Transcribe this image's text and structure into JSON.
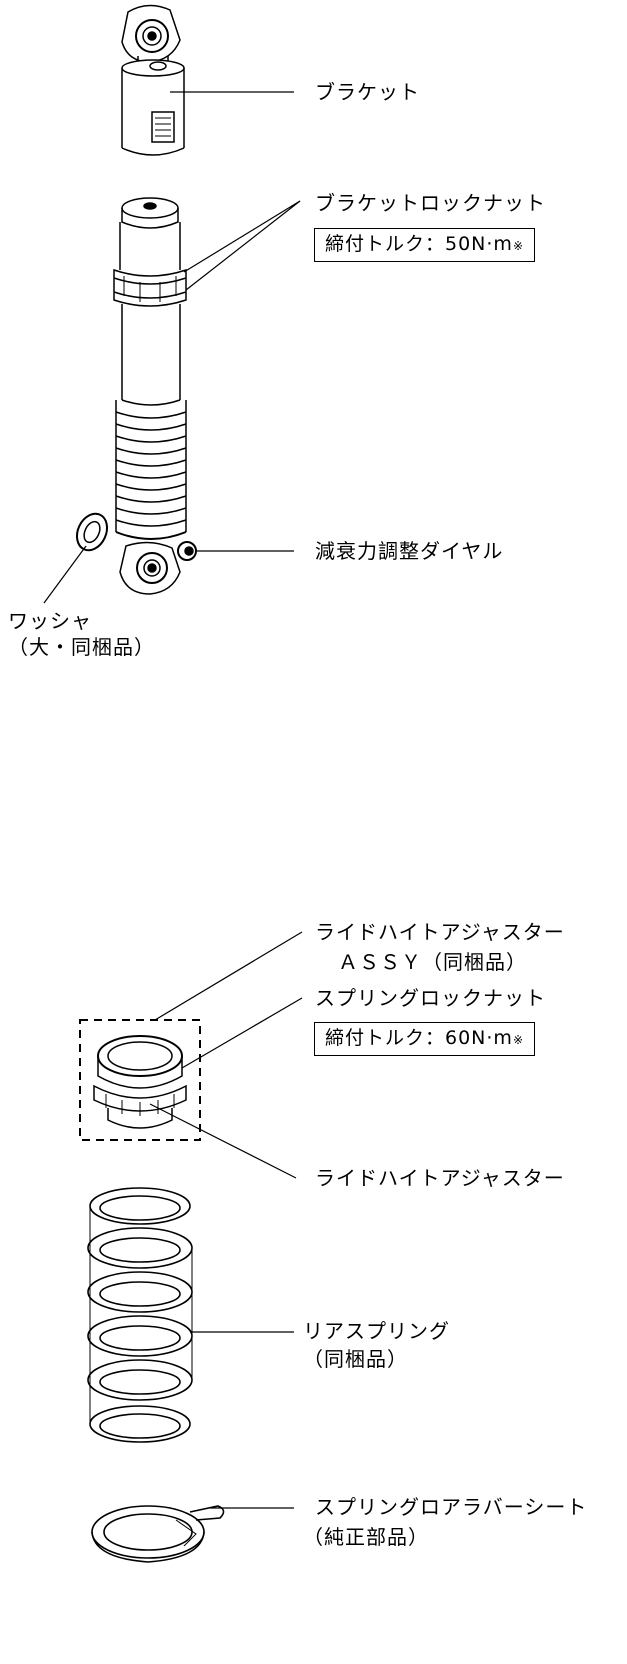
{
  "labels": {
    "bracket": "ブラケット",
    "bracket_lock_nut": "ブラケットロックナット",
    "bracket_torque": "締付トルク：50N·m",
    "damping_dial": "減衰力調整ダイヤル",
    "washer_line1": "ワッシャ",
    "washer_line2": "（大・同梱品）",
    "ride_height_assy_line1": "ライドハイトアジャスター",
    "ride_height_assy_line2": "ＡＳＳＹ（同梱品）",
    "spring_lock_nut": "スプリングロックナット",
    "spring_torque": "締付トルク：60N·m",
    "ride_height_adjuster": "ライドハイトアジャスター",
    "rear_spring_line1": "リアスプリング",
    "rear_spring_line2": "（同梱品）",
    "rubber_seat_line1": "スプリングロアラバーシート",
    "rubber_seat_line2": "（純正部品）"
  },
  "torque_mark": "※"
}
